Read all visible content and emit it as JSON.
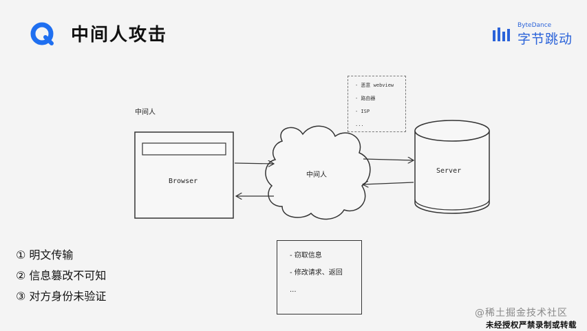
{
  "slide": {
    "title": "中间人攻击",
    "brand": {
      "small": "ByteDance",
      "big": "字节跳动"
    }
  },
  "diagram": {
    "mitm_top_label": "中间人",
    "browser_label": "Browser",
    "cloud_label": "中间人",
    "server_label": "Server",
    "sources": [
      "- 恶意 webview",
      "- 路由器",
      "- ISP",
      "..."
    ],
    "actions": [
      "- 窃取信息",
      "- 修改请求、返回",
      "..."
    ]
  },
  "points": [
    "① 明文传输",
    "② 信息篡改不可知",
    "③ 对方身份未验证"
  ],
  "watermark": {
    "line1": "@稀土掘金技术社区",
    "line2": "未经授权严禁录制或转载"
  },
  "colors": {
    "brand_blue": "#2b63d9",
    "logo_blue": "#1f6ff0",
    "ink": "#222222"
  },
  "icons": [
    "logo-icon",
    "bytedance-bars-icon"
  ]
}
